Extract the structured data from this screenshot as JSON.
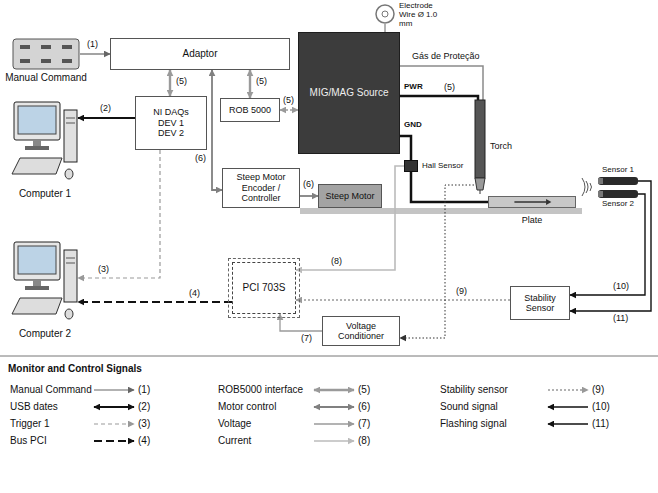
{
  "diagram": {
    "nodes": [
      {
        "text": [
          "Manual Command"
        ]
      },
      {
        "text": [
          "Adaptor"
        ]
      },
      {
        "text": [
          "Electrode Wire Ø 1.0 mm"
        ]
      },
      {
        "text": [
          "MIG/MAG Source"
        ]
      },
      {
        "text": [
          "NI DAQs",
          "DEV 1",
          "DEV 2"
        ]
      },
      {
        "text": [
          "ROB 5000"
        ]
      },
      {
        "text": [
          "Computer 1"
        ]
      },
      {
        "text": [
          "Torch"
        ]
      },
      {
        "text": [
          "Hall Sensor"
        ]
      },
      {
        "text": [
          "Steep Motor Encoder / Controller"
        ]
      },
      {
        "text": [
          "Steep Motor"
        ]
      },
      {
        "text": [
          "Plate"
        ]
      },
      {
        "text": [
          "Sensor 1"
        ]
      },
      {
        "text": [
          "Sensor 2"
        ]
      },
      {
        "text": [
          "Computer 2"
        ]
      },
      {
        "text": [
          "PCI 703S"
        ]
      },
      {
        "text": [
          "Voltage Conditioner"
        ]
      },
      {
        "text": [
          "Stability Sensor"
        ]
      }
    ],
    "edges": [
      {
        "from": 0,
        "to": 1,
        "label": "(1)",
        "arrow": "to"
      },
      {
        "from": 1,
        "to": 4,
        "label": "(5)",
        "arrow": "both"
      },
      {
        "from": 1,
        "to": 5,
        "label": "(5)",
        "arrow": "both"
      },
      {
        "from": 4,
        "to": 6,
        "label": "(2)",
        "arrow": "to"
      },
      {
        "from": 4,
        "to": 14,
        "label": "(3)",
        "arrow": "to"
      },
      {
        "from": 15,
        "to": 14,
        "label": "(4)",
        "arrow": "to"
      },
      {
        "from": 1,
        "to": 9,
        "label": "(6)",
        "arrow": "both"
      },
      {
        "from": 5,
        "to": 3,
        "label": "(5)",
        "arrow": "both"
      },
      {
        "from": 9,
        "to": 10,
        "label": "(6)",
        "arrow": "to"
      },
      {
        "from": 3,
        "to": 7,
        "arrow": "none"
      },
      {
        "from": 3,
        "to": 8,
        "arrow": "none"
      },
      {
        "from": 8,
        "to": 11,
        "arrow": "none"
      },
      {
        "from": 12,
        "to": 17,
        "label": "(11)",
        "arrow": "to"
      },
      {
        "from": 13,
        "to": 17,
        "label": "(10)",
        "arrow": "to"
      },
      {
        "from": 17,
        "to": 15,
        "label": "(9)",
        "arrow": "to"
      },
      {
        "from": 16,
        "to": 15,
        "label": "(7)",
        "arrow": "to"
      },
      {
        "from": 8,
        "to": 15,
        "label": "(8)",
        "arrow": "to"
      },
      {
        "from": 7,
        "to": 16,
        "arrow": "to"
      },
      {
        "from": 2,
        "to": 3,
        "arrow": "none"
      },
      {
        "from": 3,
        "to": 7,
        "arrow": "none"
      }
    ],
    "labels": [
      "Gás de Proteção",
      "PWR",
      "GND",
      "(5)",
      "Monitor and Control Signals",
      "(1)",
      "(2)",
      "(3)",
      "(4)",
      "(5)",
      "(6)",
      "(7)",
      "(8)",
      "(9)",
      "(10)",
      "(11)"
    ],
    "legend": [
      {
        "text": "Manual Command"
      },
      {
        "text": "USB dates"
      },
      {
        "text": "Trigger 1"
      },
      {
        "text": "Bus PCI"
      },
      {
        "text": "ROB5000 interface"
      },
      {
        "text": "Motor control"
      },
      {
        "text": "Voltage"
      },
      {
        "text": "Current"
      },
      {
        "text": "Stability sensor"
      },
      {
        "text": "Sound signal"
      },
      {
        "text": "Flashing signal"
      }
    ]
  }
}
